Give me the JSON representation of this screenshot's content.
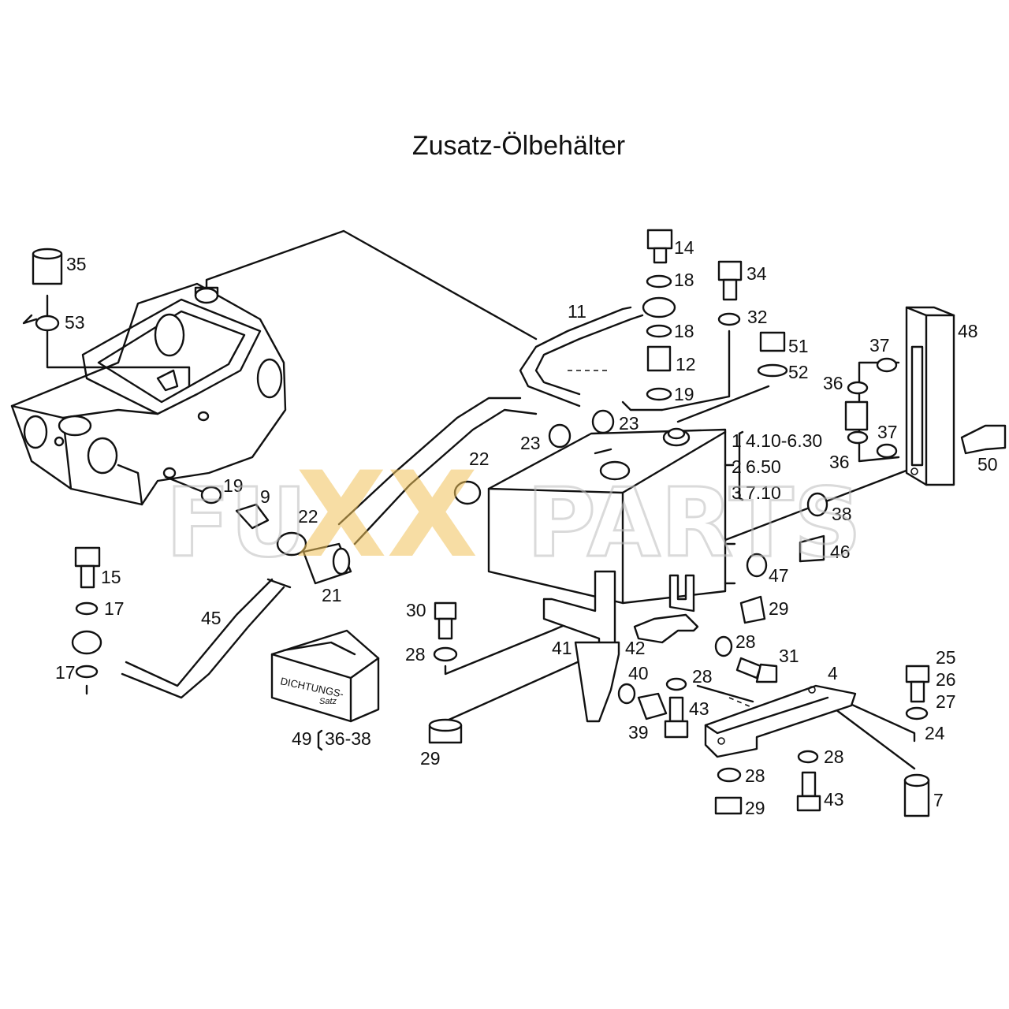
{
  "title": "Zusatz-Ölbehälter",
  "watermark": {
    "left": "FU",
    "mid": "XX",
    "right": "PARTS"
  },
  "box_text": {
    "line1": "DICHTUNGS-",
    "line2": "Satz"
  },
  "variants": [
    {
      "no": "1",
      "range": "4.10-6.30"
    },
    {
      "no": "2",
      "range": "6.50"
    },
    {
      "no": "3",
      "range": "7.10"
    }
  ],
  "kit_label": {
    "no": "49",
    "range": "36-38"
  },
  "labels": [
    "35",
    "53",
    "14",
    "18",
    "18",
    "12",
    "19",
    "11",
    "34",
    "32",
    "51",
    "52",
    "37",
    "36",
    "37",
    "36",
    "48",
    "50",
    "23",
    "23",
    "22",
    "22",
    "19",
    "9",
    "21",
    "38",
    "46",
    "47",
    "29",
    "28",
    "31",
    "28",
    "43",
    "40",
    "39",
    "41",
    "42",
    "30",
    "28",
    "29",
    "4",
    "25",
    "26",
    "27",
    "24",
    "28",
    "28",
    "29",
    "43",
    "7",
    "15",
    "17",
    "17",
    "45"
  ],
  "colors": {
    "line": "#111111",
    "watermark_yellow": "#f2c35a",
    "watermark_gray": "#cfcfcf"
  }
}
